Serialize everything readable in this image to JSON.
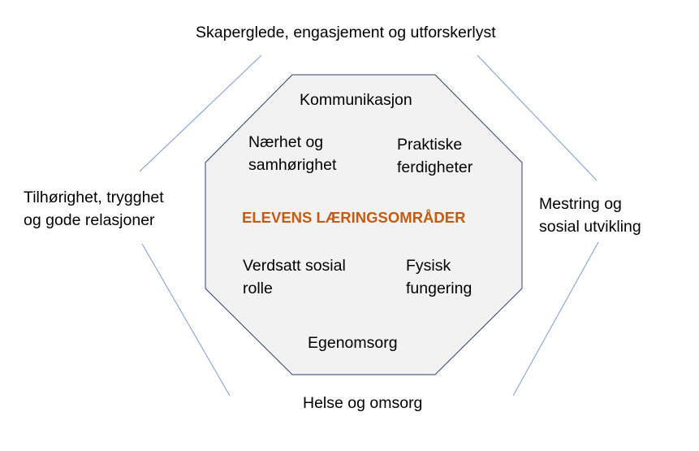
{
  "colors": {
    "octagon_fill": "#f2f2f2",
    "octagon_stroke": "#2f3f6b",
    "connector": "#7d9bd1",
    "title": "#c55a11"
  },
  "center": {
    "title": "ELEVENS LÆRINGSOMRÅDER",
    "areas": [
      "Kommunikasjon",
      "Nærhet og",
      "samhørighet",
      "Praktiske",
      "ferdigheter",
      "Verdsatt sosial",
      "rolle",
      "Fysisk",
      "fungering",
      "Egenomsorg"
    ]
  },
  "outer": {
    "top": "Skaperglede, engasjement og utforskerlyst",
    "left": [
      "Tilhørighet, trygghet",
      "og gode relasjoner"
    ],
    "right": [
      "Mestring og",
      "sosial utvikling"
    ],
    "bottom": "Helse og omsorg"
  }
}
